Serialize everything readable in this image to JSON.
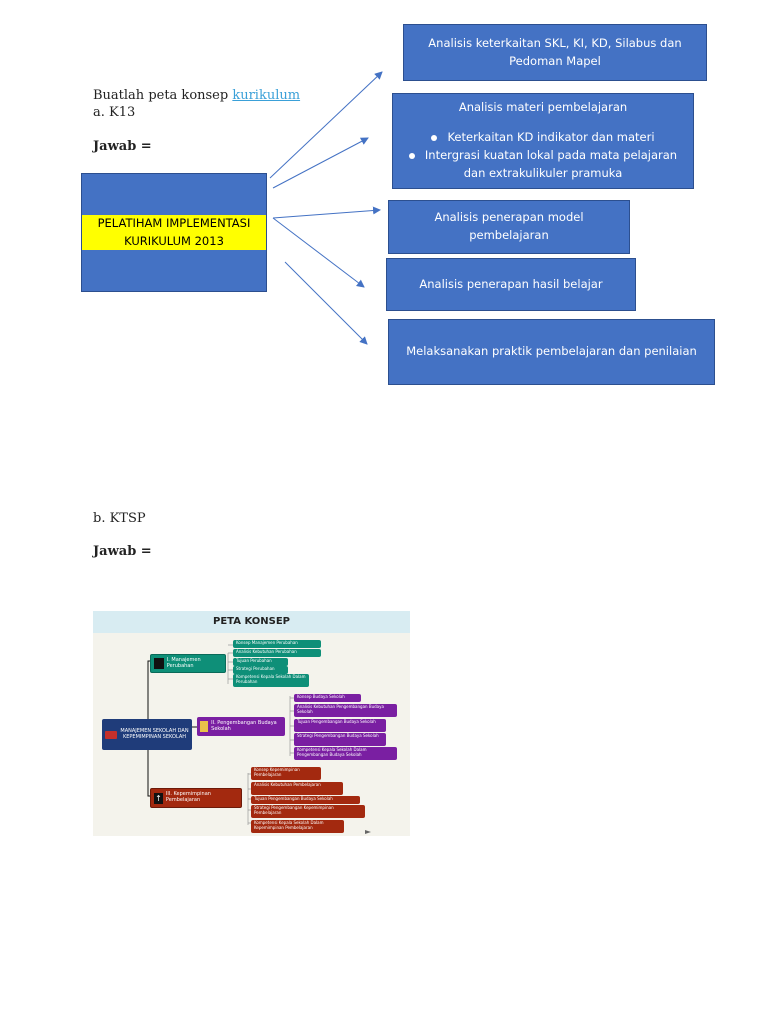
{
  "section_a": {
    "prompt_prefix": "Buatlah peta konsep ",
    "prompt_link": "kurikulum",
    "label": "a. K13",
    "answer_label": "Jawab ="
  },
  "k13_map": {
    "center": "PELATIHAM IMPLEMENTASI KURIKULUM 2013",
    "boxes": [
      "Analisis keterkaitan SKL, KI, KD, Silabus dan Pedoman Mapel",
      "Analisis materi pembelajaran",
      "Analisis penerapan model pembelajaran",
      "Analisis penerapan hasil belajar",
      "Melaksanakan praktik pembelajaran dan penilaian"
    ],
    "bullets": [
      "Keterkaitan KD indikator dan materi",
      "Intergrasi kuatan lokal pada mata pelajaran dan extrakulikuler pramuka"
    ],
    "colors": {
      "box": "#4472c4",
      "highlight": "#ffff00",
      "arrow": "#4472c4"
    }
  },
  "section_b": {
    "label": "b. KTSP",
    "answer_label": "Jawab ="
  },
  "ktsp_map": {
    "title": "PETA KONSEP",
    "root": "MANAJEMEN SEKOLAH DAN KEPEMIMPINAN SEKOLAH",
    "branches": [
      {
        "label": "I. Manajemen Perubahan",
        "color": "#0e8f78",
        "leaves": [
          "Konsep Manajemen Perubahan",
          "Analisis Kebutuhan Perubahan",
          "Tujuan Perubahan",
          "Strategi Perubahan",
          "Kompetensi Kepala Sekolah Dalam Perubahan"
        ]
      },
      {
        "label": "II. Pengembangan Budaya Sekolah",
        "color": "#7a1fa2",
        "leaves": [
          "Konsep Budaya Sekolah",
          "Analisis Kebutuhan Pengembangan Budaya Sekolah",
          "Tujuan Pengembangan Budaya Sekolah",
          "Strategi Pengembangan Budaya Sekolah",
          "Kompetensi Kepala Sekolah Dalam Pengembangan Budaya Sekolah"
        ]
      },
      {
        "label": "III. Kepemimpinan Pembelajaran",
        "color": "#a3290f",
        "leaves": [
          "Konsep Kepemimpinan Pembelajaran",
          "Analisis Kebutuhan Pembelajaran",
          "Tujuan Pengembangan Budaya Sekolah",
          "Strategi Pengembangan Kepemimpinan Pembelajaran",
          "Kompetensi Kepala Sekolah Dalam Kepemimpinan Pembelajaran"
        ]
      }
    ]
  }
}
